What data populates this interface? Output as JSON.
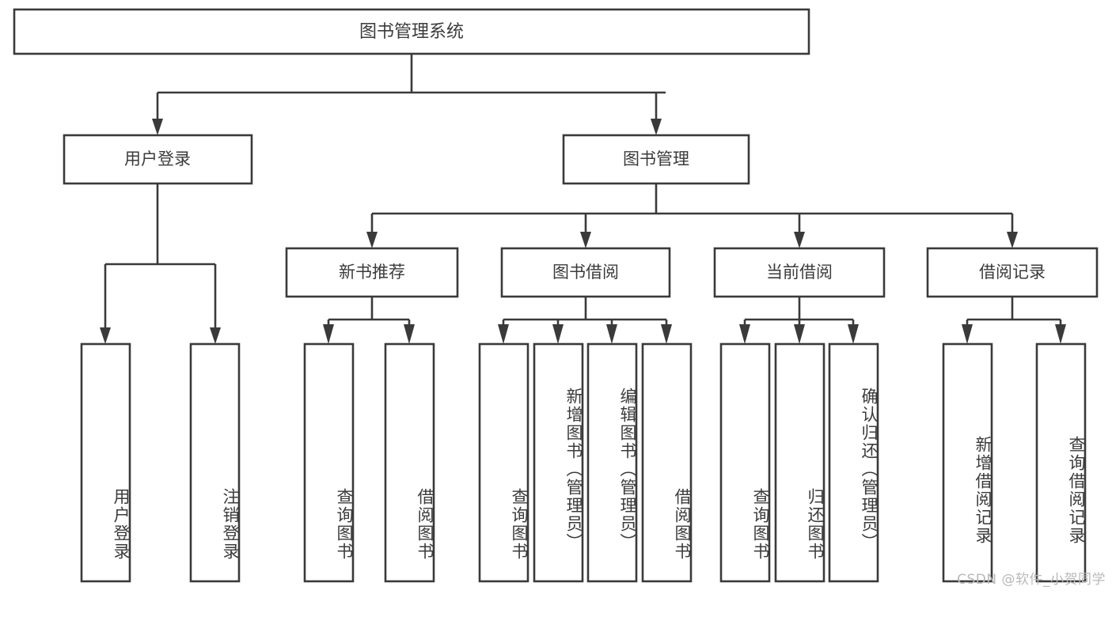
{
  "diagram": {
    "type": "tree-hierarchy-chart",
    "title": "图书管理系统",
    "orientation": "top-down",
    "root": {
      "id": "root",
      "label": "图书管理系统"
    },
    "level2": [
      {
        "id": "user-login",
        "label": "用户登录"
      },
      {
        "id": "book-management",
        "label": "图书管理"
      }
    ],
    "level3": [
      {
        "id": "new-book-recommend",
        "label": "新书推荐",
        "parent": "book-management"
      },
      {
        "id": "book-borrow",
        "label": "图书借阅",
        "parent": "book-management"
      },
      {
        "id": "current-borrow",
        "label": "当前借阅",
        "parent": "book-management"
      },
      {
        "id": "borrow-record",
        "label": "借阅记录",
        "parent": "book-management"
      }
    ],
    "leaves": [
      {
        "id": "leaf-user-login",
        "label": "用户登录",
        "parent": "user-login"
      },
      {
        "id": "leaf-logout-login",
        "label": "注销登录",
        "parent": "user-login"
      },
      {
        "id": "leaf-query-book-1",
        "label": "查询图书",
        "parent": "new-book-recommend"
      },
      {
        "id": "leaf-borrow-book-1",
        "label": "借阅图书",
        "parent": "new-book-recommend"
      },
      {
        "id": "leaf-query-book-2",
        "label": "查询图书",
        "parent": "book-borrow"
      },
      {
        "id": "leaf-add-book",
        "label": "新增图书（管理员）",
        "parent": "book-borrow"
      },
      {
        "id": "leaf-edit-book",
        "label": "编辑图书（管理员）",
        "parent": "book-borrow"
      },
      {
        "id": "leaf-borrow-book-2",
        "label": "借阅图书",
        "parent": "book-borrow"
      },
      {
        "id": "leaf-query-book-3",
        "label": "查询图书",
        "parent": "current-borrow"
      },
      {
        "id": "leaf-return-book",
        "label": "归还图书",
        "parent": "current-borrow"
      },
      {
        "id": "leaf-confirm-return",
        "label": "确认归还（管理员）",
        "parent": "current-borrow"
      },
      {
        "id": "leaf-add-record",
        "label": "新增借阅记录",
        "parent": "borrow-record"
      },
      {
        "id": "leaf-query-record",
        "label": "查询借阅记录",
        "parent": "borrow-record"
      }
    ],
    "colors": {
      "stroke": "#3a3a3a",
      "fill": "#ffffff",
      "text": "#3b3b3b",
      "watermark": "#b9b9b9"
    }
  },
  "watermark": {
    "text": "CSDN @软件_小贺同学"
  }
}
